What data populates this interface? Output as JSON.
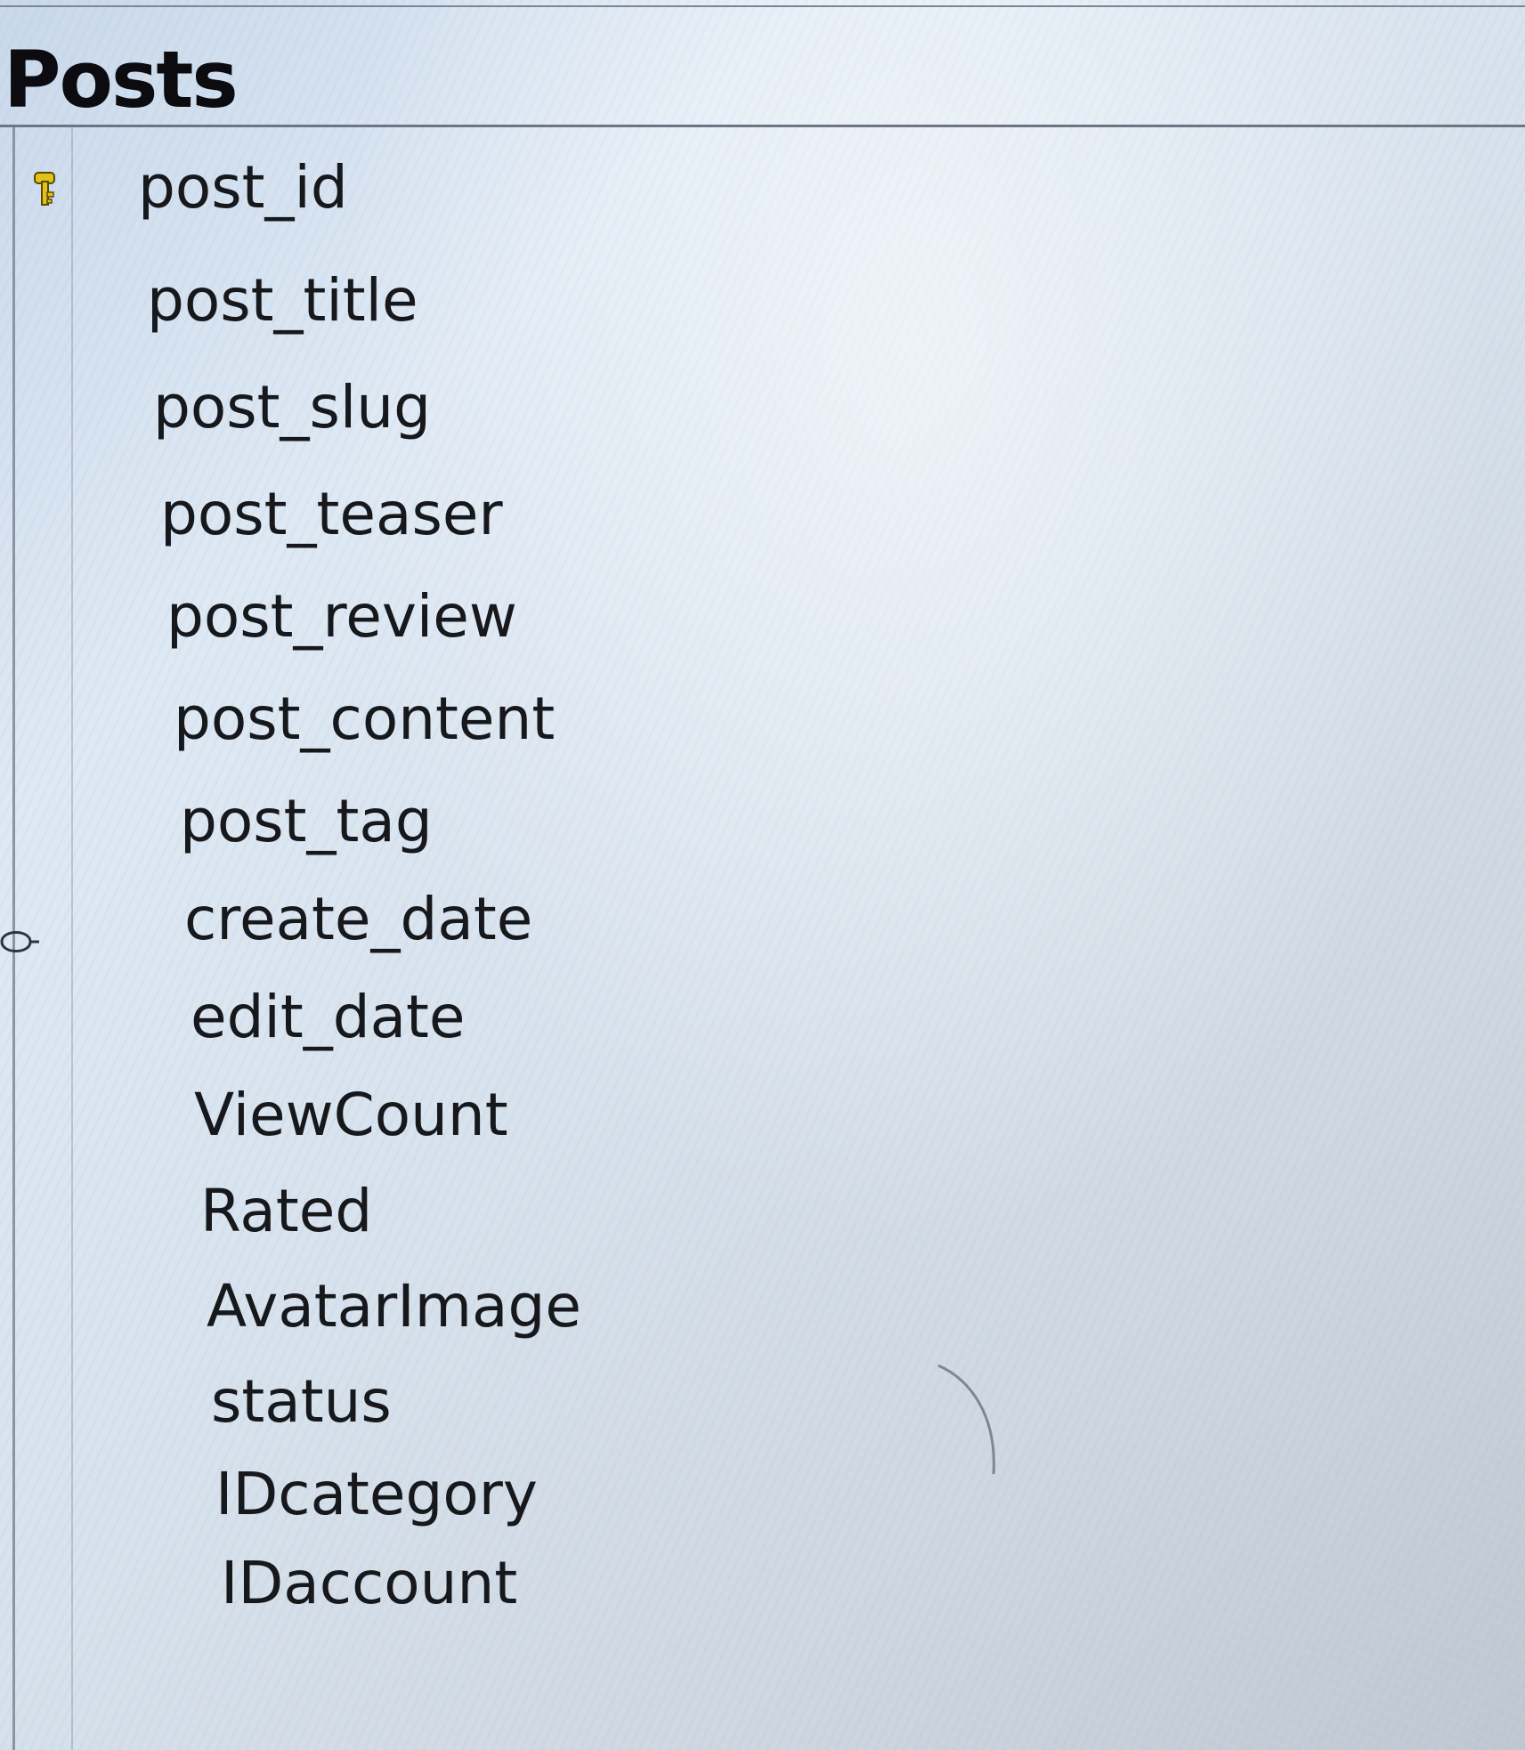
{
  "table": {
    "title": "Posts",
    "primary_key_icon": "key-icon",
    "relationship_icon": "connector-icon",
    "columns": [
      {
        "name": "post_id",
        "is_primary_key": true
      },
      {
        "name": "post_title"
      },
      {
        "name": "post_slug"
      },
      {
        "name": "post_teaser"
      },
      {
        "name": "post_review"
      },
      {
        "name": "post_content"
      },
      {
        "name": "post_tag"
      },
      {
        "name": "create_date"
      },
      {
        "name": "edit_date"
      },
      {
        "name": "ViewCount"
      },
      {
        "name": "Rated"
      },
      {
        "name": "AvatarImage"
      },
      {
        "name": "status"
      },
      {
        "name": "IDcategory"
      },
      {
        "name": "IDaccount"
      }
    ]
  },
  "colors": {
    "text": "#16181c",
    "title": "#0c0c10",
    "key": "#e2c21a",
    "border": "#6b7584"
  }
}
